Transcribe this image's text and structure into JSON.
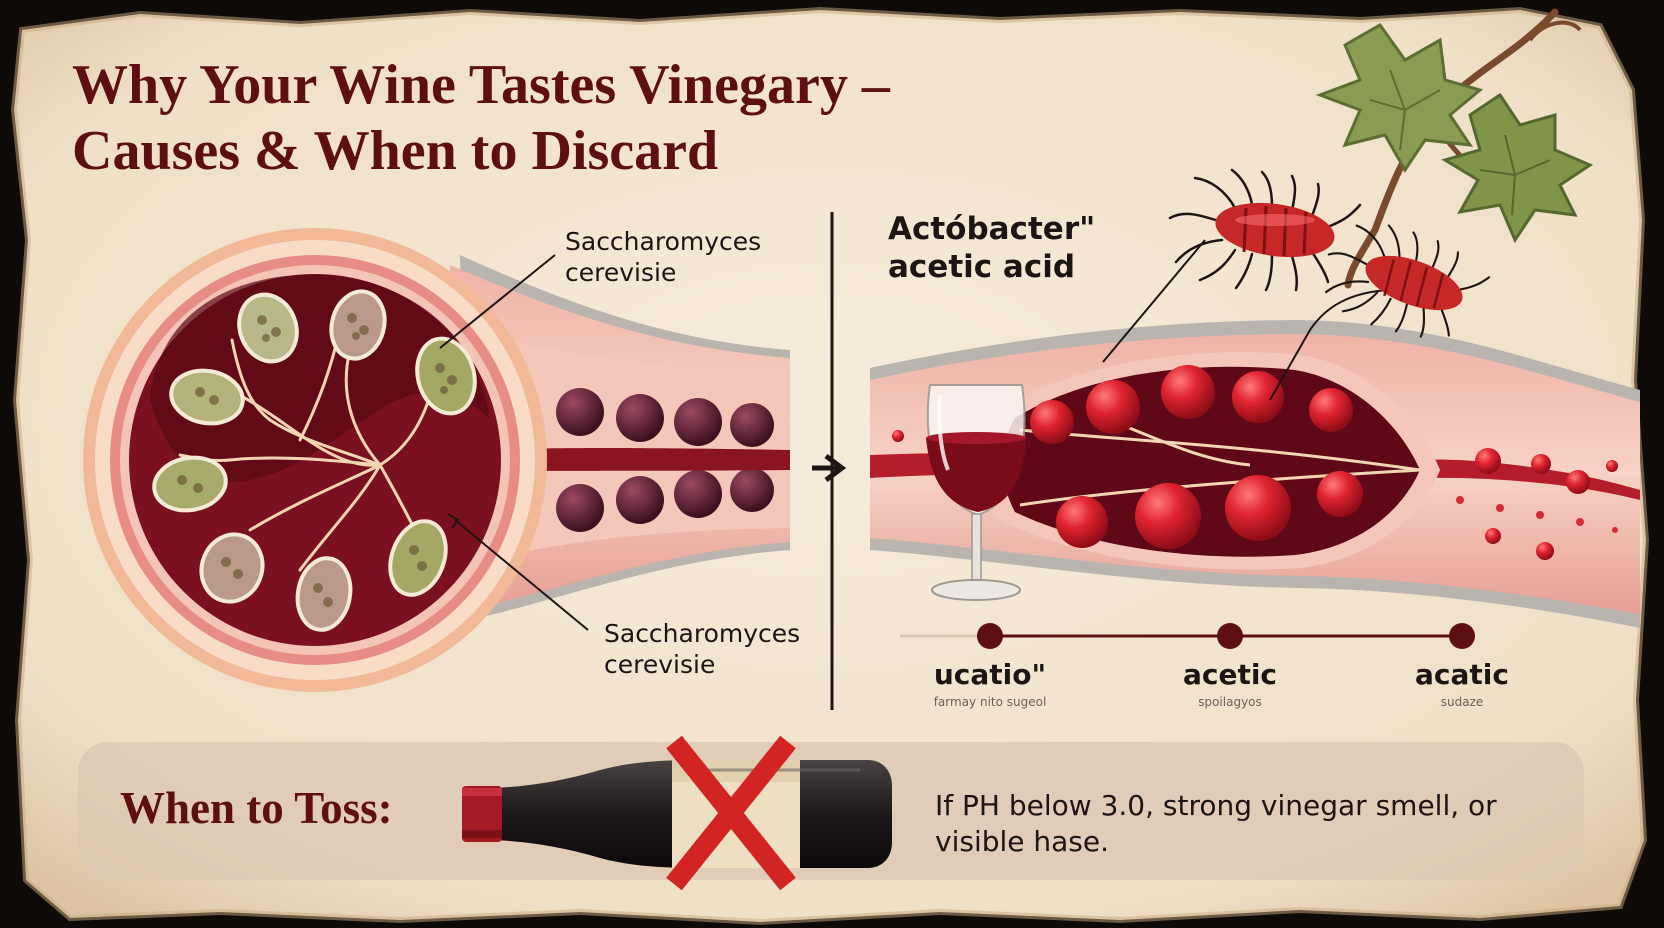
{
  "title": {
    "line1": "Why Your Wine Tastes Vinegary –",
    "line2": "Causes & When to Discard"
  },
  "yeast": {
    "label_top": {
      "line1": "Saccharomyces",
      "line2": "cerevisie"
    },
    "label_bottom": {
      "line1": "Saccharomyces",
      "line2": "cerevisie"
    }
  },
  "acetobacter": {
    "label": {
      "line1": "Actóbacter\"",
      "line2": "acetic acid"
    }
  },
  "stages": [
    {
      "name": "ucatio\"",
      "sub": "farmay nito sugeol"
    },
    {
      "name": "acetic",
      "sub": "spoilagyos"
    },
    {
      "name": "acatic",
      "sub": "sudaze"
    }
  ],
  "toss": {
    "title": "When to Toss:",
    "text_line1": "If PH below 3.0, strong vinegar smell, or",
    "text_line2": "visible hase."
  },
  "colors": {
    "title": "#5e0f12",
    "wine": "#6e0f1a",
    "parchment": "#f3e6d2",
    "bacteria": "#c62828",
    "cross": "#d32424"
  }
}
